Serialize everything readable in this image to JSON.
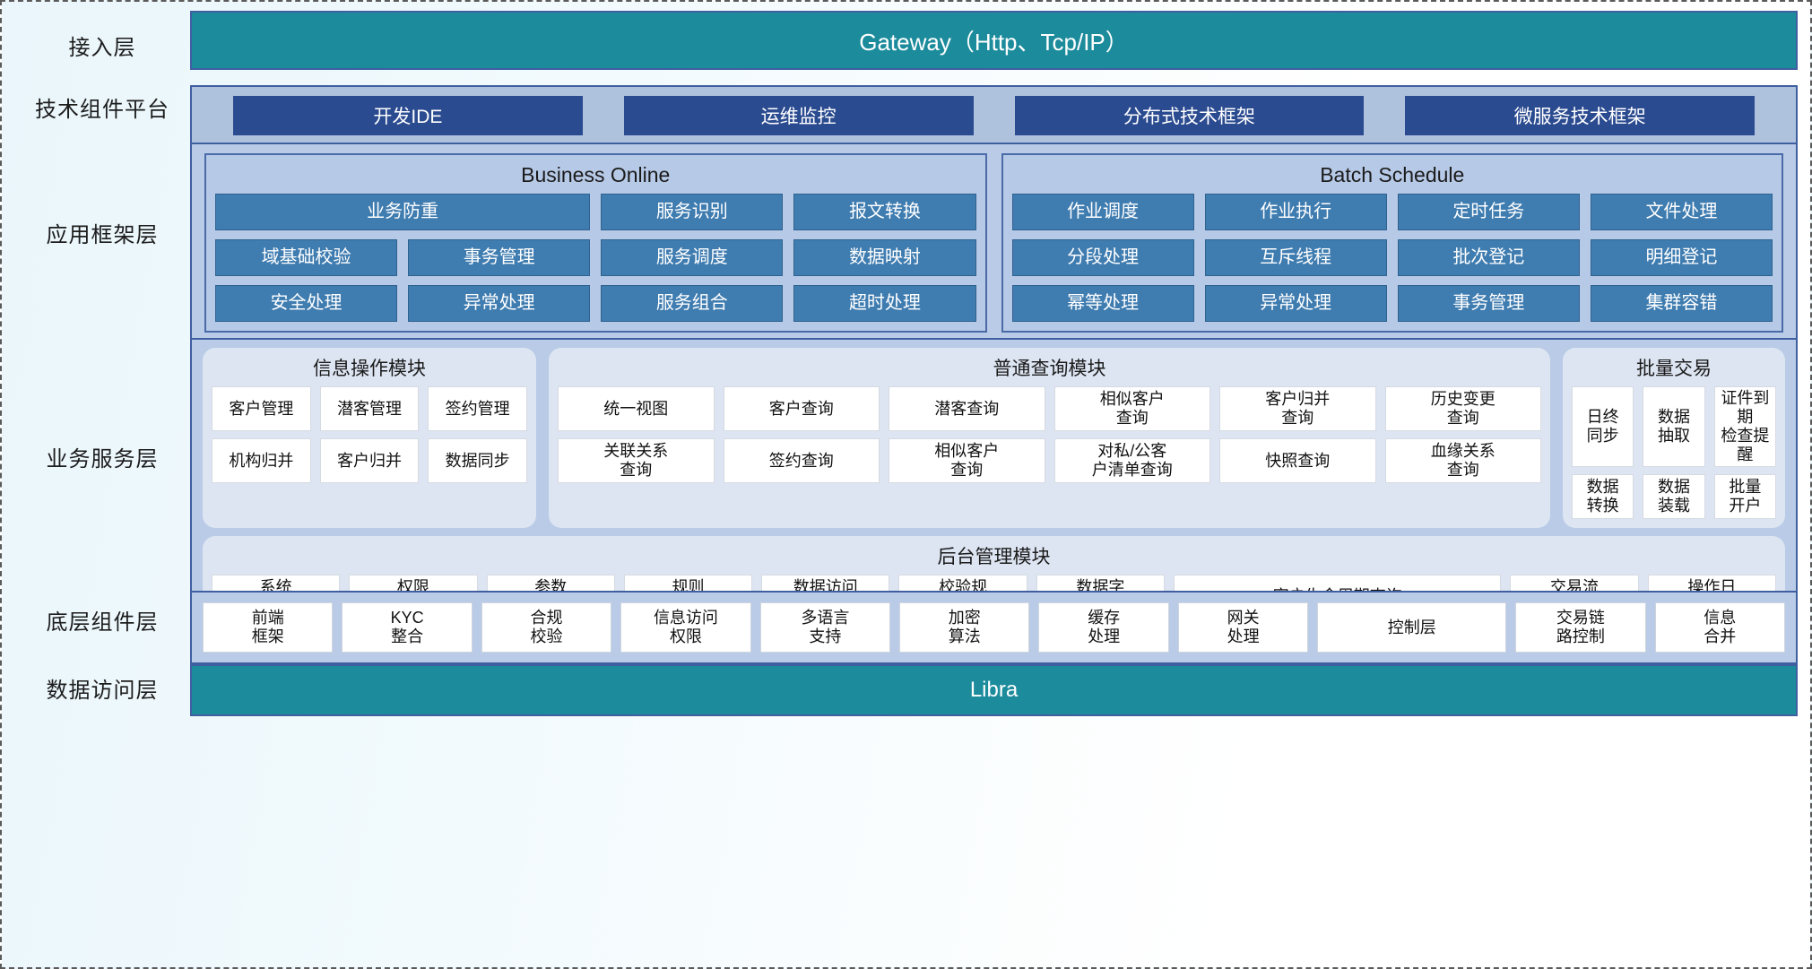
{
  "layers": {
    "access": "接入层",
    "tech": "技术组件平台",
    "app_framework": "应用框架层",
    "business_service": "业务服务层",
    "base_component": "底层组件层",
    "data_access": "数据访问层"
  },
  "gateway": {
    "label": "Gateway（Http、Tcp/IP）"
  },
  "tech_platform": {
    "chips": [
      "开发IDE",
      "运维监控",
      "分布式技术框架",
      "微服务技术框架"
    ]
  },
  "app_framework": {
    "panels": [
      {
        "title": "Business Online",
        "chips": [
          {
            "label": "业务防重",
            "span": 2
          },
          {
            "label": "服务识别",
            "span": 1
          },
          {
            "label": "报文转换",
            "span": 1
          },
          {
            "label": "域基础校验",
            "span": 1
          },
          {
            "label": "事务管理",
            "span": 1
          },
          {
            "label": "服务调度",
            "span": 1
          },
          {
            "label": "数据映射",
            "span": 1
          },
          {
            "label": "安全处理",
            "span": 1
          },
          {
            "label": "异常处理",
            "span": 1
          },
          {
            "label": "服务组合",
            "span": 1
          },
          {
            "label": "超时处理",
            "span": 1
          }
        ]
      },
      {
        "title": "Batch Schedule",
        "chips": [
          {
            "label": "作业调度",
            "span": 1
          },
          {
            "label": "作业执行",
            "span": 1
          },
          {
            "label": "定时任务",
            "span": 1
          },
          {
            "label": "文件处理",
            "span": 1
          },
          {
            "label": "分段处理",
            "span": 1
          },
          {
            "label": "互斥线程",
            "span": 1
          },
          {
            "label": "批次登记",
            "span": 1
          },
          {
            "label": "明细登记",
            "span": 1
          },
          {
            "label": "幂等处理",
            "span": 1
          },
          {
            "label": "异常处理",
            "span": 1
          },
          {
            "label": "事务管理",
            "span": 1
          },
          {
            "label": "集群容错",
            "span": 1
          }
        ]
      }
    ]
  },
  "business_service": {
    "modules": [
      {
        "title": "信息操作模块",
        "cells": [
          "客户管理",
          "潜客管理",
          "签约管理",
          "机构归并",
          "客户归并",
          "数据同步"
        ]
      },
      {
        "title": "普通查询模块",
        "cells": [
          "统一视图",
          "客户查询",
          "潜客查询",
          "相似客户\n查询",
          "客户归并\n查询",
          "历史变更\n查询",
          "关联关系\n查询",
          "签约查询",
          "相似客户\n查询",
          "对私/公客\n户清单查询",
          "快照查询",
          "血缘关系\n查询"
        ]
      },
      {
        "title": "批量交易",
        "cells": [
          "日终\n同步",
          "数据\n抽取",
          "证件到期\n检查提醒",
          "数据\n转换",
          "数据\n装载",
          "批量\n开户"
        ]
      }
    ],
    "admin": {
      "title": "后台管理模块",
      "cells": [
        "系统\n管理",
        "权限\n管理",
        "参数\n管理",
        "规则\n配置",
        "数据访问\n控制",
        "校验规\n则管理",
        "数据字\n典管理",
        "客户生命周期查询",
        "交易流\n水查询",
        "操作日\n志查询"
      ]
    }
  },
  "base_component": {
    "cells": [
      "前端\n框架",
      "KYC\n整合",
      "合规\n校验",
      "信息访问\n权限",
      "多语言\n支持",
      "加密\n算法",
      "缓存\n处理",
      "网关\n处理",
      "控制层",
      "交易链\n路控制",
      "信息\n合并"
    ]
  },
  "data_access": {
    "label": "Libra"
  },
  "colors": {
    "teal": "#1c8b9c",
    "dark_blue": "#2b4b90",
    "chip_blue": "#3f7cb0",
    "band_blue": "#b9cbe6",
    "border_blue": "#3f5fa0",
    "module_bg": "#dde5f2"
  }
}
